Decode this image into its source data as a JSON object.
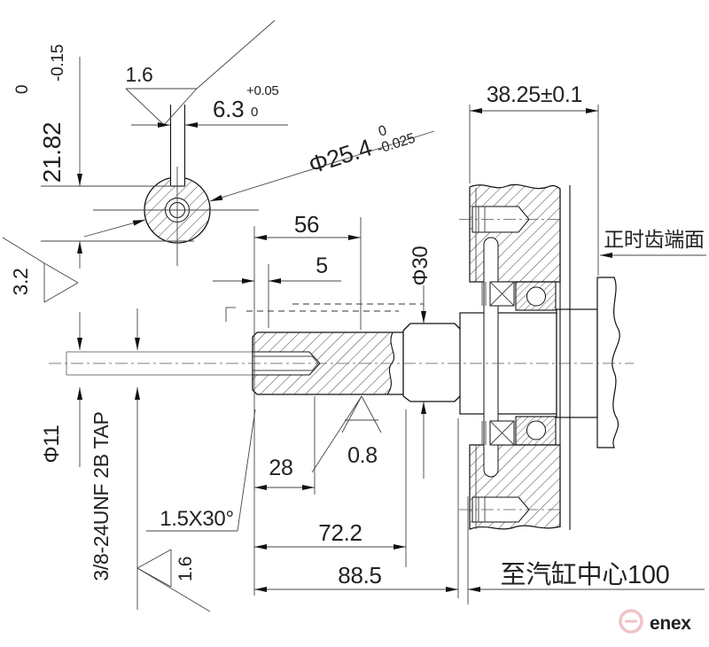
{
  "title": "crankshaft-pto-dimension-drawing",
  "dims": {
    "keyway_height": "21.82",
    "keyway_height_tol_u": "0",
    "keyway_height_tol_l": "-0.15",
    "keyway_width": "6.3",
    "keyway_width_tol_u": "+0.05",
    "keyway_width_tol_l": "0",
    "shaft_dia": "Φ25.4",
    "shaft_dia_tol_u": "0",
    "shaft_dia_tol_l": "-0.025",
    "bearing_span": "38.25±0.1",
    "timing_face": "正时齿端面",
    "shaft_len": "56",
    "key_start": "5",
    "dia_30": "Φ30",
    "dia_11": "Φ11",
    "thread": "3/8-24UNF 2B TAP",
    "chamfer": "1.5X30°",
    "tap_depth": "28",
    "len_72": "72.2",
    "len_88": "88.5",
    "cyl_center": "至汽缸中心100"
  },
  "roughness": {
    "keyway_flank": "1.6",
    "outer_surface": "3.2",
    "seal_journal": "0.8",
    "thread_face": "1.6"
  },
  "watermark": {
    "text": "enex"
  },
  "colors": {
    "line": "#111111",
    "watermark_ring": "#f0c3c8",
    "watermark_text": "#ece7e9"
  }
}
